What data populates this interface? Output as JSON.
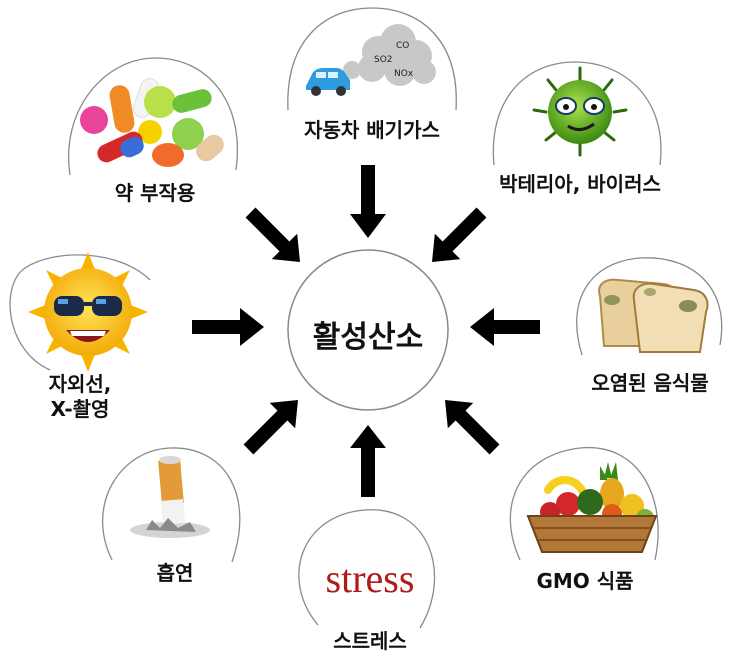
{
  "center": {
    "label": "활성산소"
  },
  "sources": [
    {
      "id": "drug",
      "label": "약 부작용",
      "icon": "pills-icon"
    },
    {
      "id": "car",
      "label": "자동차 배기가스",
      "icon": "car-exhaust-icon",
      "cloud_text": [
        "CO",
        "SO2",
        "NOx"
      ]
    },
    {
      "id": "bacteria",
      "label": "박테리아, 바이러스",
      "icon": "germ-icon"
    },
    {
      "id": "uv",
      "label_line1": "자외선,",
      "label_line2": "X-촬영",
      "icon": "sun-icon"
    },
    {
      "id": "food",
      "label": "오염된 음식물",
      "icon": "moldy-bread-icon"
    },
    {
      "id": "smoke",
      "label": "흡연",
      "icon": "cigarette-icon"
    },
    {
      "id": "stress",
      "label": "스트레스",
      "icon": "stress-text-icon",
      "image_text": "stress"
    },
    {
      "id": "gmo",
      "label": "GMO 식품",
      "icon": "fruit-basket-icon"
    }
  ],
  "colors": {
    "arrow": "#000000",
    "outline": "#8a8a8a",
    "stress_red": "#b11a1a"
  }
}
